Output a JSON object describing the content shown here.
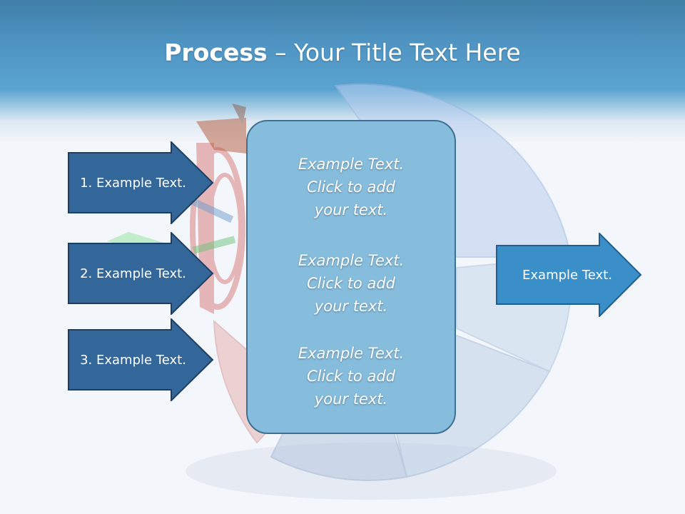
{
  "slide": {
    "title_bold": "Process",
    "title_rest": " – Your Title Text Here"
  },
  "left_arrows": [
    {
      "label": "1. Example Text."
    },
    {
      "label": "2. Example Text."
    },
    {
      "label": "3. Example Text."
    }
  ],
  "center_box": {
    "blocks": [
      {
        "line1": "Example Text.",
        "line2": "Click  to add",
        "line3": "your text."
      },
      {
        "line1": "Example Text.",
        "line2": "Click  to add",
        "line3": "your text."
      },
      {
        "line1": "Example Text.",
        "line2": "Click  to add",
        "line3": "your text."
      }
    ]
  },
  "right_arrow": {
    "label": "Example Text."
  },
  "colors": {
    "header": "#4f94c2",
    "arrow_dark": "#336699",
    "arrow_light": "#3a8fc8",
    "box_fill": "#86bcdc"
  },
  "icons": [
    "dartboard-icon",
    "dart-icon",
    "pie-chart-graphic"
  ]
}
